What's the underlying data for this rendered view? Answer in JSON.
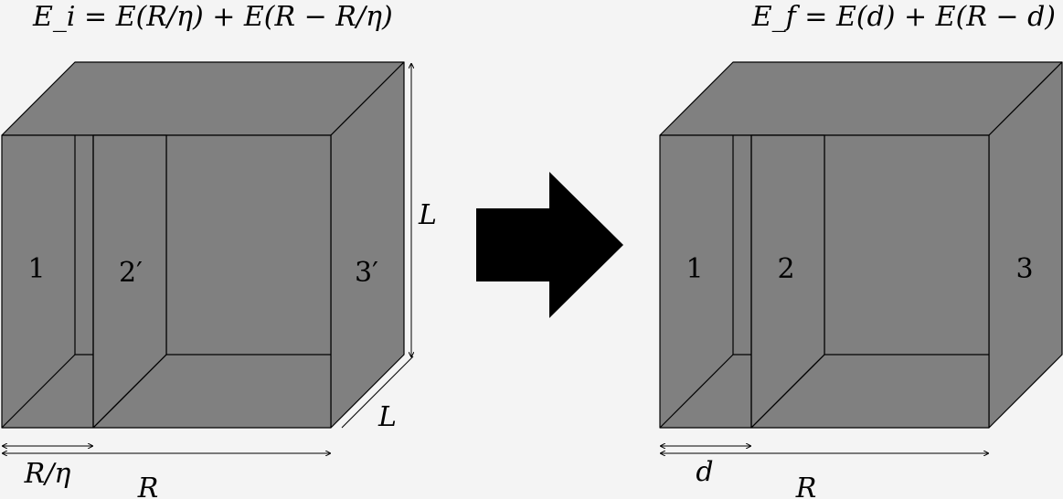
{
  "equations": {
    "initial": "E_i = E(R/η) + E(R − R/η)",
    "final": "E_f = E(d) + E(R − d)"
  },
  "left_box": {
    "labels": [
      "1",
      "2′",
      "3′"
    ],
    "height_label": "L",
    "depth_label": "L",
    "small_width_label": "R/η",
    "width_label": "R"
  },
  "right_box": {
    "labels": [
      "1",
      "2",
      "3"
    ],
    "small_width_label": "d",
    "width_label": "R"
  },
  "arrow": {
    "color": "#000000"
  },
  "colors": {
    "face": "#808080",
    "background": "#f4f4f4"
  }
}
